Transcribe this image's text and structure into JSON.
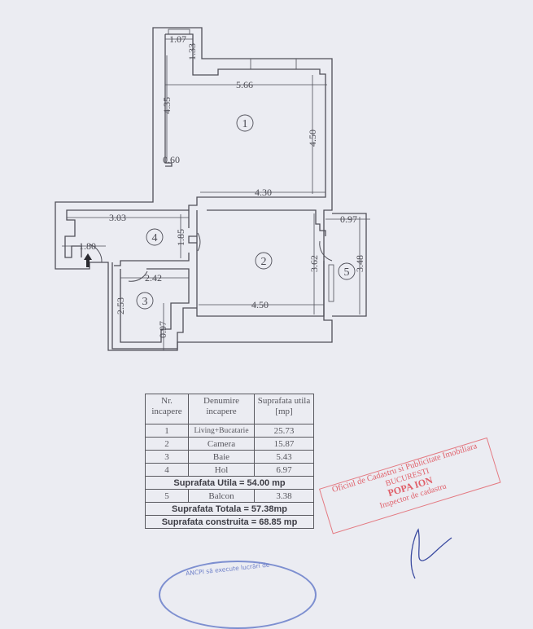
{
  "plan": {
    "dimensions": {
      "d_1_07": "1.07",
      "d_1_33": "1.33",
      "d_5_66": "5.66",
      "d_4_35": "4.35",
      "d_4_50_room1": "4.50",
      "d_0_60": "0.60",
      "d_4_30": "4.30",
      "d_3_03": "3.03",
      "d_1_85": "1.85",
      "d_1_80": "1.80",
      "d_0_97_balcony": "0.97",
      "d_3_48": "3.48",
      "d_3_62": "3.62",
      "d_2_42": "2.42",
      "d_2_53": "2.53",
      "d_0_97_bath": "0.97",
      "d_4_50_room2": "4.50"
    },
    "room_numbers": [
      "1",
      "2",
      "3",
      "4",
      "5"
    ],
    "entrance_icon": "arrow-up-icon"
  },
  "table": {
    "headers": [
      [
        "Nr.",
        "incapere"
      ],
      [
        "Denumire",
        "incapere"
      ],
      [
        "Suprafata utila",
        "[mp]"
      ]
    ],
    "rows": [
      {
        "nr": "1",
        "name": "Living+Bucatarie",
        "area": "25.73"
      },
      {
        "nr": "2",
        "name": "Camera",
        "area": "15.87"
      },
      {
        "nr": "3",
        "name": "Baie",
        "area": "5.43"
      },
      {
        "nr": "4",
        "name": "Hol",
        "area": "6.97"
      }
    ],
    "suprafata_utila": "Suprafata Utila  =  54.00 mp",
    "balcony_row": {
      "nr": "5",
      "name": "Balcon",
      "area": "3.38"
    },
    "suprafata_totala": "Suprafata Totala  =  57.38mp",
    "suprafata_construita": "Suprafata  construita  =  68.85 mp"
  },
  "stamp": {
    "line1": "Oficiul de Cadastru si Publicitate Imobiliara",
    "line2": "BUCURESTI",
    "line3": "POPA ION",
    "line4": "Inspector de cadastru",
    "color": "#e0606a"
  },
  "seal": {
    "text": "ANCPI să execute lucrări de",
    "color": "#6d7fc8"
  }
}
